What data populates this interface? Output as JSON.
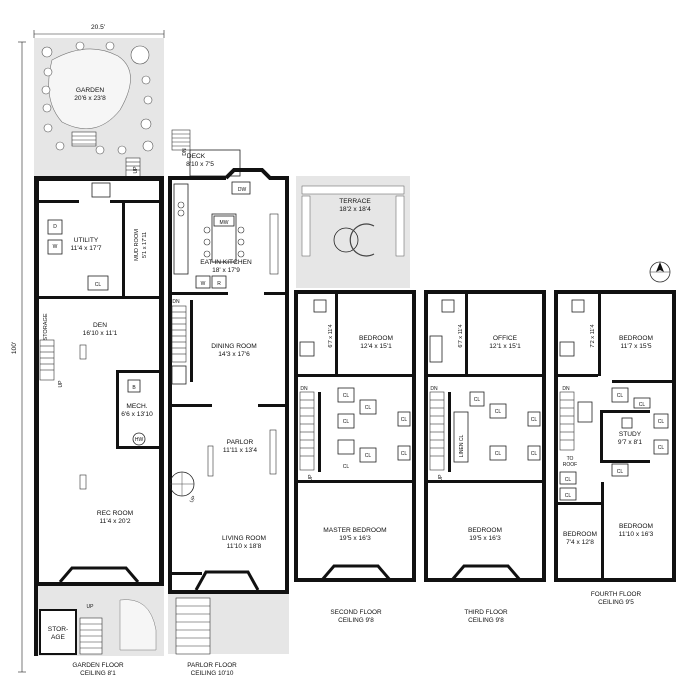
{
  "dimensions": {
    "width_label": "20.5'",
    "depth_label": "100'"
  },
  "rooms": {
    "garden": {
      "name": "GARDEN",
      "size": "20'6 x 23'8"
    },
    "utility": {
      "name": "UTILITY",
      "size": "11'4 x 17'7"
    },
    "mud_room": {
      "name": "MUD ROOM",
      "size": "5'1 x 17'11"
    },
    "den": {
      "name": "DEN",
      "size": "16'10 x 11'1"
    },
    "storage_side": {
      "name": "STORAGE"
    },
    "mech": {
      "name": "MECH.",
      "size": "6'6 x 13'10"
    },
    "rec_room": {
      "name": "REC ROOM",
      "size": "11'4 x 20'2"
    },
    "storage_front": {
      "line1": "STOR-",
      "line2": "AGE"
    },
    "deck": {
      "name": "DECK",
      "size": "8'10 x 7'5"
    },
    "eat_in_kitchen": {
      "name": "EAT-IN KITCHEN",
      "size": "18' x 17'9"
    },
    "dining_room": {
      "name": "DINING ROOM",
      "size": "14'3 x 17'6"
    },
    "parlor": {
      "name": "PARLOR",
      "size": "11'11 x 13'4"
    },
    "living_room": {
      "name": "LIVING ROOM",
      "size": "11'10 x 18'8"
    },
    "terrace": {
      "name": "TERRACE",
      "size": "18'2 x 18'4"
    },
    "second_bath": {
      "size": "6'7 x 11'4"
    },
    "bedroom_2f": {
      "name": "BEDROOM",
      "size": "12'4 x 15'1"
    },
    "master_bedroom": {
      "name": "MASTER BEDROOM",
      "size": "19'5 x 16'3"
    },
    "third_bath": {
      "size": "6'7 x 11'4"
    },
    "office": {
      "name": "OFFICE",
      "size": "12'1 x 15'1"
    },
    "linen_cl": {
      "name": "LINEN CL"
    },
    "bedroom_3f": {
      "name": "BEDROOM",
      "size": "19'5 x 16'3"
    },
    "fourth_bath": {
      "size": "7'2 x 11'4"
    },
    "bedroom_4f_rear": {
      "name": "BEDROOM",
      "size": "11'7 x 15'5"
    },
    "study": {
      "name": "STUDY",
      "size": "9'7 x 8'1"
    },
    "to_roof": {
      "line1": "TO",
      "line2": "ROOF"
    },
    "bedroom_4f_small": {
      "name": "BEDROOM",
      "size": "7'4 x 12'8"
    },
    "bedroom_4f_front": {
      "name": "BEDROOM",
      "size": "11'10 x 16'3"
    }
  },
  "fixtures": {
    "dw": "DW",
    "mw": "MW",
    "w": "W",
    "r": "R",
    "d": "D",
    "cl": "CL",
    "b": "B",
    "hw": "HW",
    "up": "UP",
    "dn": "DN"
  },
  "floors": {
    "garden": {
      "name": "GARDEN FLOOR",
      "ceiling": "CEILING 8'1"
    },
    "parlor": {
      "name": "PARLOR FLOOR",
      "ceiling": "CEILING 10'10"
    },
    "second": {
      "name": "SECOND FLOOR",
      "ceiling": "CEILING 9'8"
    },
    "third": {
      "name": "THIRD FLOOR",
      "ceiling": "CEILING 9'8"
    },
    "fourth": {
      "name": "FOURTH FLOOR",
      "ceiling": "CEILING 9'5"
    }
  },
  "compass_icon": "north-arrow-icon"
}
